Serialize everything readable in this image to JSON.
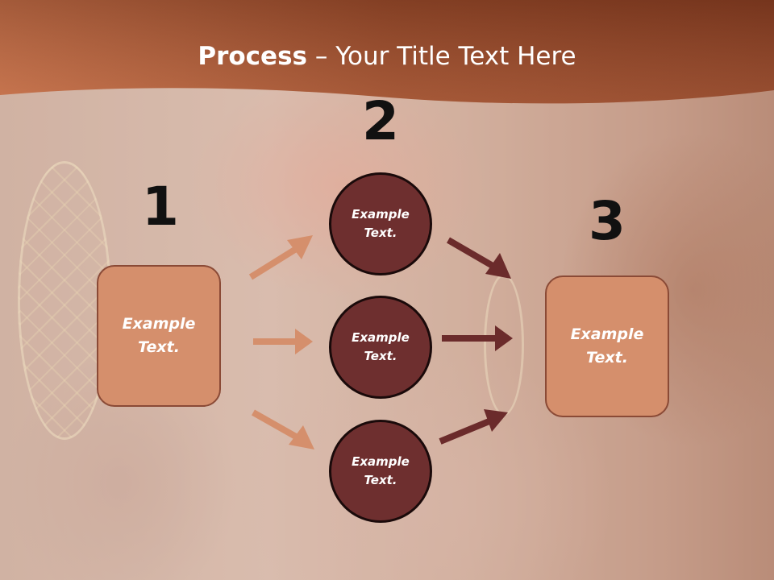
{
  "title": {
    "bold": "Process",
    "rest": " – Your Title Text Here"
  },
  "steps": {
    "one": "1",
    "two": "2",
    "three": "3"
  },
  "left_box": {
    "label": "Example Text."
  },
  "right_box": {
    "label": "Example Text."
  },
  "circles": [
    {
      "label": "Example Text."
    },
    {
      "label": "Example Text."
    },
    {
      "label": "Example Text."
    }
  ],
  "colors": {
    "header": "#b8643c",
    "box_fill": "#d58f6c",
    "circle_fill": "#6e2f2f",
    "arrow_light": "#d58f6c",
    "arrow_dark": "#6b2b2b"
  }
}
